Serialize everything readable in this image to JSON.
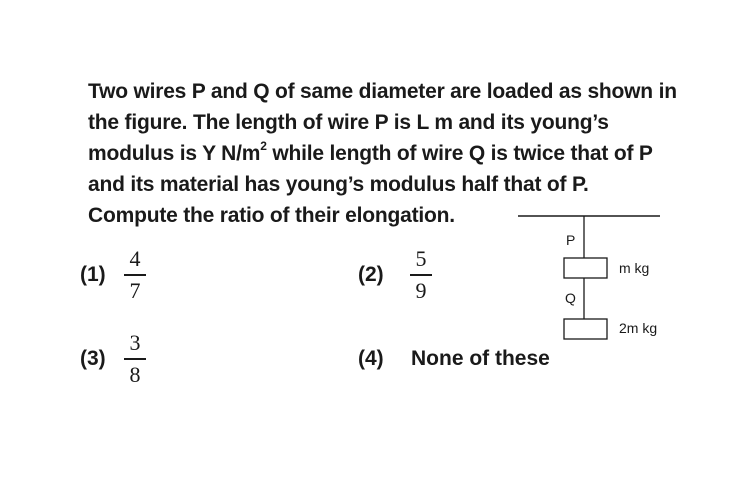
{
  "question": {
    "part1": "Two wires P and Q of same diameter are loaded as shown in the figure. The length of wire P is L m and its young’s modulus is Y N/m",
    "superscript": "2",
    "part2": " while length of wire Q is twice that of P and its material has young’s modulus half that of P. Compute the ratio of their elongation."
  },
  "options": [
    {
      "number": "(1)",
      "numerator": "4",
      "denominator": "7"
    },
    {
      "number": "(2)",
      "numerator": "5",
      "denominator": "9"
    },
    {
      "number": "(3)",
      "numerator": "3",
      "denominator": "8"
    },
    {
      "number": "(4)",
      "text": "None of these"
    }
  ],
  "figure": {
    "wire_p_label": "P",
    "wire_q_label": "Q",
    "mass_1_label": "m kg",
    "mass_2_label": "2m kg"
  }
}
